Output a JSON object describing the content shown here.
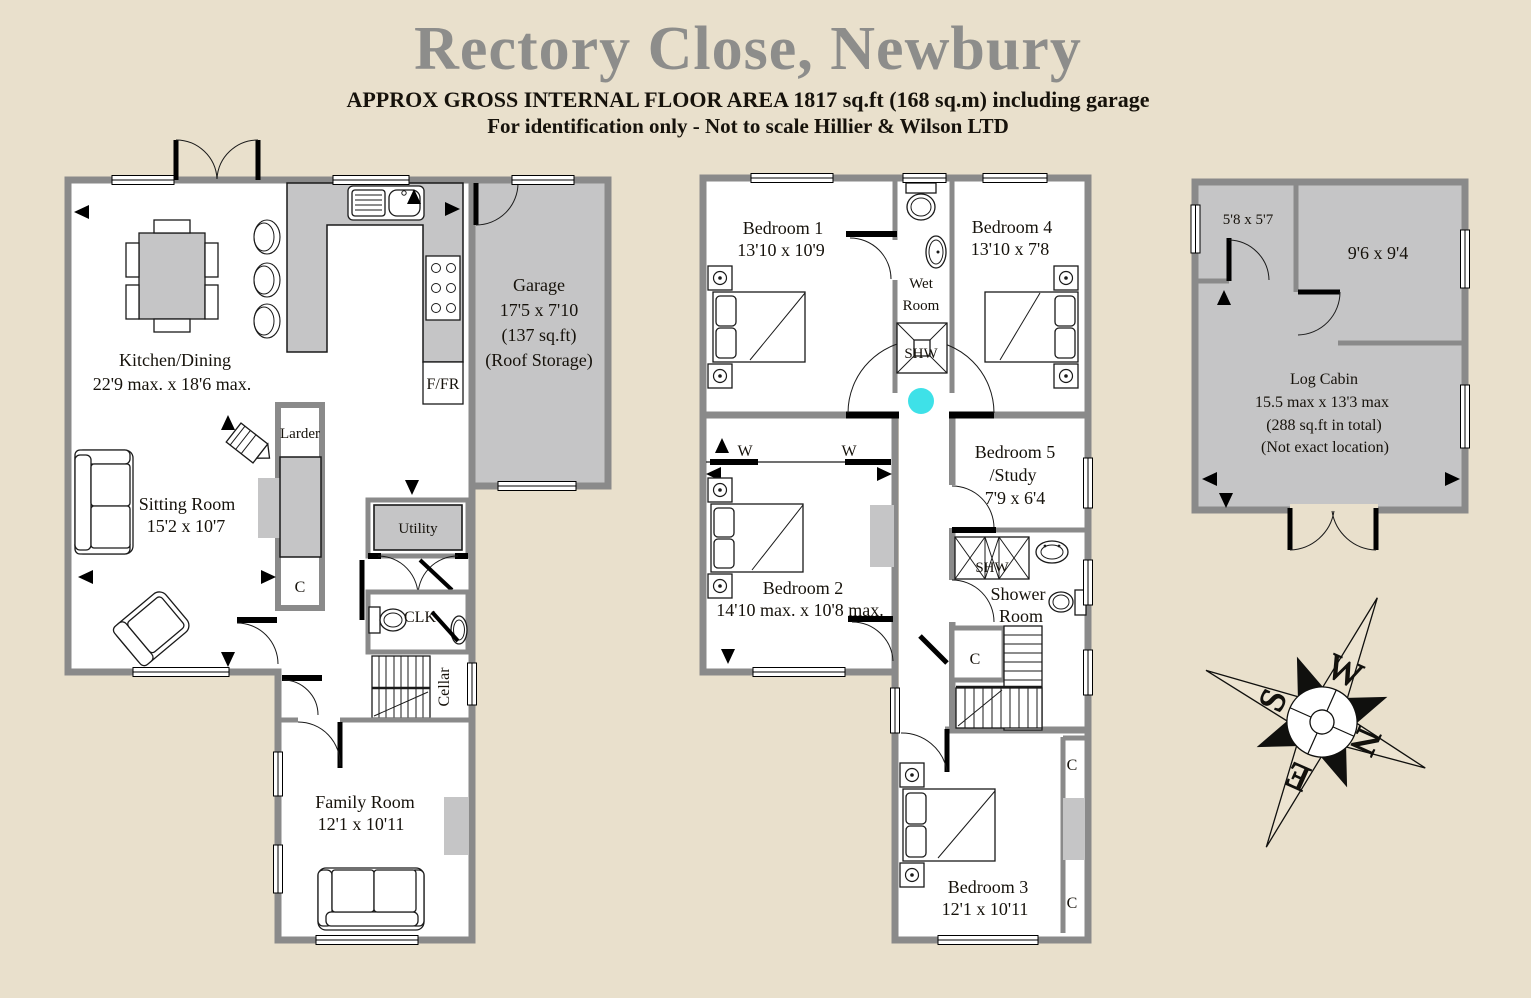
{
  "header": {
    "title": "Rectory Close, Newbury",
    "subtitle": "APPROX GROSS INTERNAL FLOOR AREA 1817 sq.ft (168 sq.m) including garage",
    "disclaimer": "For identification only - Not to scale Hillier & Wilson LTD"
  },
  "colors": {
    "background": "#E9E0CC",
    "wall_gray": "#8A8A8A",
    "fill_gray": "#C5C5C6",
    "room_white": "#FFFFFF",
    "marker_cyan": "#3EE1E8",
    "title_gray": "#8D8D8B"
  },
  "ground_floor": {
    "kitchen_dining": {
      "name": "Kitchen/Dining",
      "dims": "22'9 max. x 18'6 max."
    },
    "garage": {
      "name": "Garage",
      "dims": "17'5 x 7'10",
      "area": "(137 sq.ft)",
      "note": "(Roof Storage)"
    },
    "sitting_room": {
      "name": "Sitting Room",
      "dims": "15'2 x 10'7"
    },
    "family_room": {
      "name": "Family Room",
      "dims": "12'1 x 10'11"
    },
    "larder": "Larder",
    "utility": "Utility",
    "cloakroom": "CLK",
    "cellar": "Cellar",
    "cupboard": "C",
    "fridge_freezer": "F/FR"
  },
  "first_floor": {
    "bedroom1": {
      "name": "Bedroom 1",
      "dims": "13'10 x 10'9"
    },
    "bedroom2": {
      "name": "Bedroom 2",
      "dims": "14'10 max. x 10'8 max."
    },
    "bedroom3": {
      "name": "Bedroom 3",
      "dims": "12'1 x 10'11"
    },
    "bedroom4": {
      "name": "Bedroom 4",
      "dims": "13'10 x 7'8"
    },
    "bedroom5": {
      "line1": "Bedroom 5",
      "line2": "/Study",
      "dims": "7'9 x 6'4"
    },
    "wet_room": {
      "line1": "Wet",
      "line2": "Room"
    },
    "shower_room": {
      "line1": "Shower",
      "line2": "Room"
    },
    "shower": "SHW",
    "wardrobe": "W",
    "cupboard": "C"
  },
  "log_cabin": {
    "room1_dims": "5'8 x 5'7",
    "room2_dims": "9'6 x 9'4",
    "name": "Log Cabin",
    "dims": "15.5 max x 13'3 max",
    "area": "(288 sq.ft in total)",
    "note": "(Not exact location)"
  },
  "compass": {
    "north": "N",
    "south": "S",
    "east": "E",
    "west": "W"
  }
}
